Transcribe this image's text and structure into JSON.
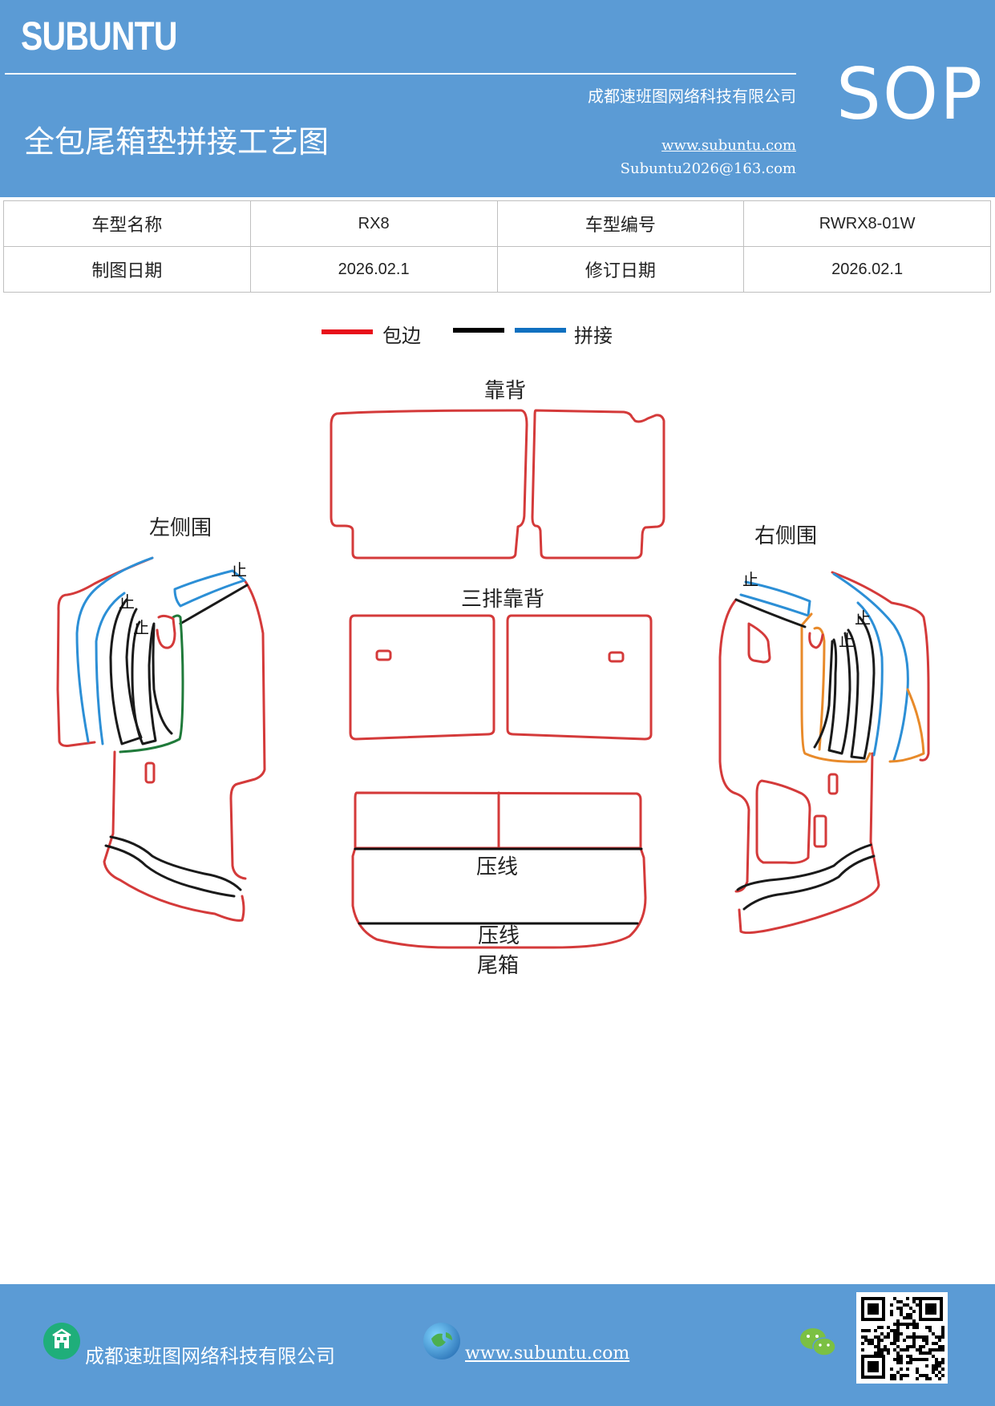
{
  "header": {
    "brand": "SUBUNTU",
    "company": "成都速班图网络科技有限公司",
    "title": "全包尾箱垫拼接工艺图",
    "website": "www.subuntu.com",
    "email": "Subuntu2026@163.com",
    "badge": "SOP"
  },
  "info_table": {
    "model_name_label": "车型名称",
    "model_name": "RX8",
    "model_code_label": "车型编号",
    "model_code": "RWRX8-01W",
    "draw_date_label": "制图日期",
    "draw_date": "2026.02.1",
    "revise_date_label": "修订日期",
    "revise_date": "2026.02.1"
  },
  "legend": {
    "edge_label": "包边",
    "splice_label": "拼接",
    "colors": {
      "edge": "#e8101a",
      "black": "#000000",
      "splice": "#1070c0"
    }
  },
  "diagram": {
    "back_label": "靠背",
    "third_row_label": "三排靠背",
    "left_side_label": "左侧围",
    "right_side_label": "右侧围",
    "press_line_1": "压线",
    "press_line_2": "压线",
    "trunk_label": "尾箱",
    "stop_mark": "止",
    "colors": {
      "outline": "#d43a3a",
      "blue": "#2c8fd6",
      "black": "#1a1a1a",
      "green": "#1f7a3a",
      "orange": "#e88a2a"
    }
  },
  "footer": {
    "company": "成都速班图网络科技有限公司",
    "website": "www.subuntu.com"
  }
}
